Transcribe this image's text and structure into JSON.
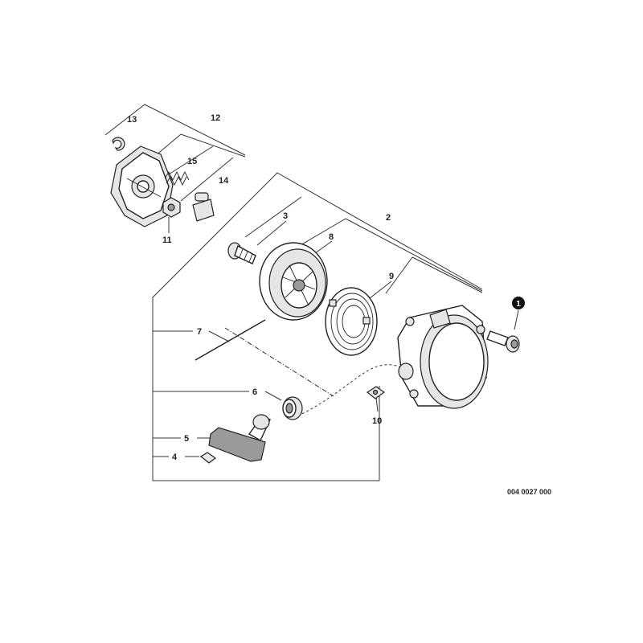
{
  "callouts": {
    "c1": "1",
    "c2": "2",
    "c3": "3",
    "c4": "4",
    "c5": "5",
    "c6": "6",
    "c7": "7",
    "c8": "8",
    "c9": "9",
    "c10": "10",
    "c11": "11",
    "c12": "12",
    "c13": "13",
    "c14": "14",
    "c15": "15"
  },
  "document_number": "004 0027 000",
  "colors": {
    "line": "#222222",
    "shade": "#e6e6e6",
    "dark": "#9a9a9a"
  }
}
